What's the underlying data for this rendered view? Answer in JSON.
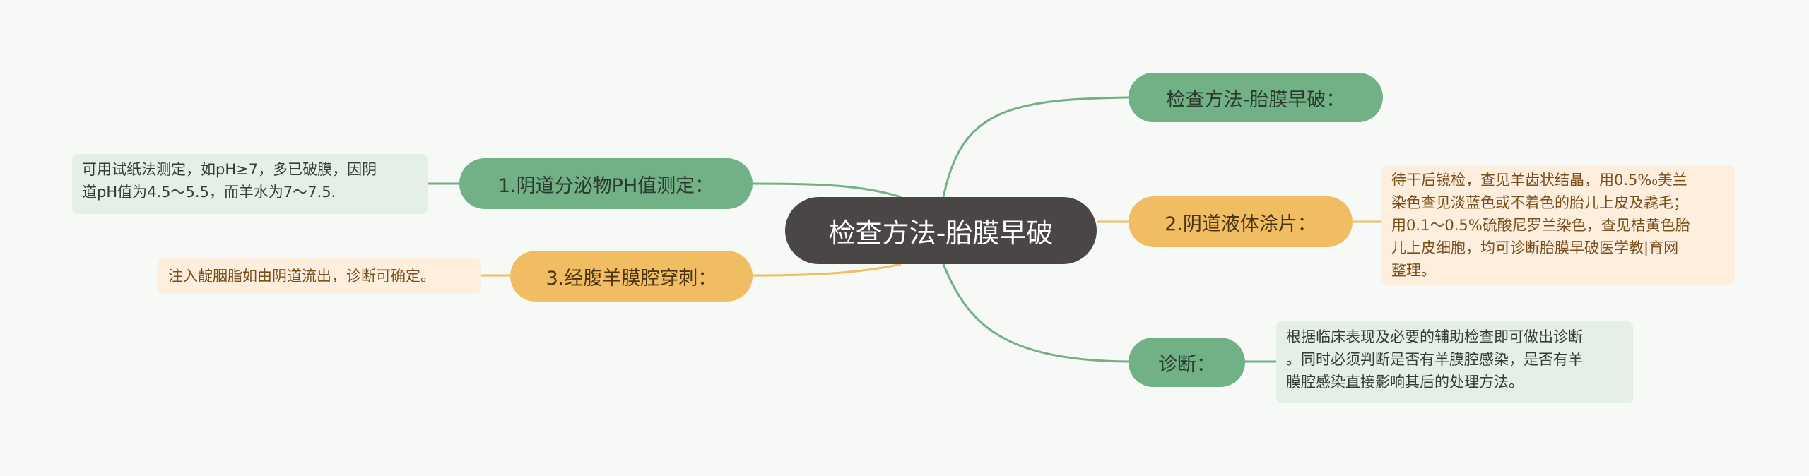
{
  "colors": {
    "background": "#f6f9f6",
    "root": "#4a4646",
    "green_node": "#72b086",
    "orange_node": "#f1bd63",
    "green_link": "#72b086",
    "orange_link": "#f1bd63",
    "green_note": "#e4efe6",
    "orange_note": "#fdeedd"
  },
  "root": {
    "label": "检查方法-胎膜早破"
  },
  "right_branches": [
    {
      "label": "检查方法-胎膜早破：",
      "color": "green",
      "note_lines": []
    },
    {
      "label": "2.阴道液体涂片：",
      "color": "orange",
      "note_lines": [
        "待干后镜检，查见羊齿状结晶，用0.5%₀美兰",
        "染色查见淡蓝色或不着色的胎儿上皮及毳毛；",
        "用0.1～0.5%硫酸尼罗兰染色，查见桔黄色胎",
        "儿上皮细胞，均可诊断胎膜早破医学教|育网",
        "整理。"
      ]
    },
    {
      "label": "诊断：",
      "color": "green",
      "note_lines": [
        "根据临床表现及必要的辅助检查即可做出诊断",
        "。同时必须判断是否有羊膜腔感染，是否有羊",
        "膜腔感染直接影响其后的处理方法。"
      ]
    }
  ],
  "left_branches": [
    {
      "label": "1.阴道分泌物PH值测定：",
      "color": "green",
      "note_lines": [
        "可用试纸法测定，如pH≥7，多已破膜，因阴",
        "道pH值为4.5～5.5，而羊水为7～7.5."
      ]
    },
    {
      "label": "3.经腹羊膜腔穿刺：",
      "color": "orange",
      "note_lines": [
        "注入靛胭脂如由阴道流出，诊断可确定。"
      ]
    }
  ]
}
